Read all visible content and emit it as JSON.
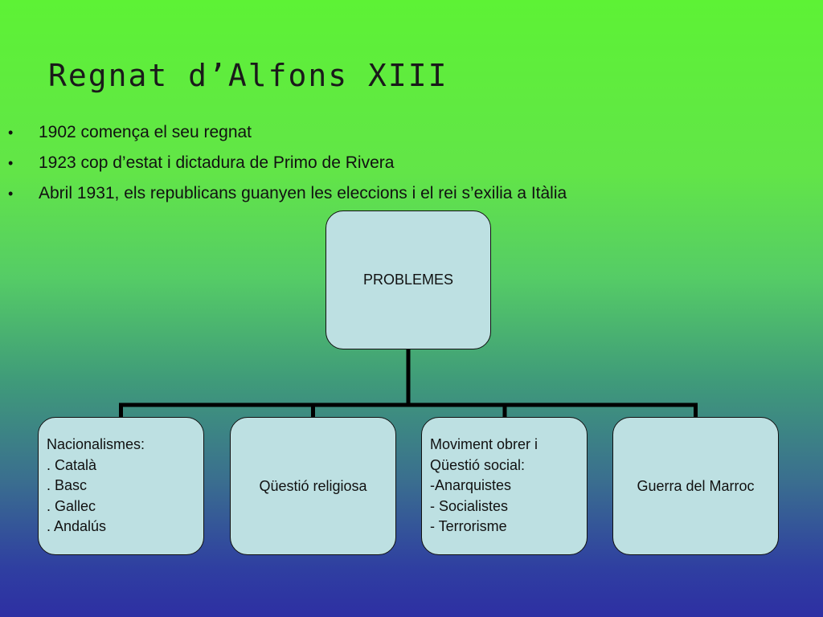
{
  "slide": {
    "title": "Regnat d’Alfons XIII",
    "bullets": [
      "1902 comença el seu regnat",
      "1923 cop d’estat i dictadura de Primo de Rivera",
      "Abril 1931, els republicans guanyen les eleccions i el rei s’exilia a Itàlia"
    ],
    "bullet_marker": "•"
  },
  "diagram": {
    "root": "PROBLEMES",
    "children": [
      {
        "lines": [
          "Nacionalismes:",
          ". Català",
          ". Basc",
          ". Gallec",
          ". Andalús"
        ]
      },
      {
        "lines": [
          "Qüestió religiosa"
        ]
      },
      {
        "lines": [
          "Moviment obrer i",
          "Qüestió social:",
          "-Anarquistes",
          "- Socialistes",
          "- Terrorisme"
        ]
      },
      {
        "lines": [
          "Guerra del Marroc"
        ]
      }
    ],
    "box_fill": "#bde0e2",
    "line_color": "#000000"
  }
}
